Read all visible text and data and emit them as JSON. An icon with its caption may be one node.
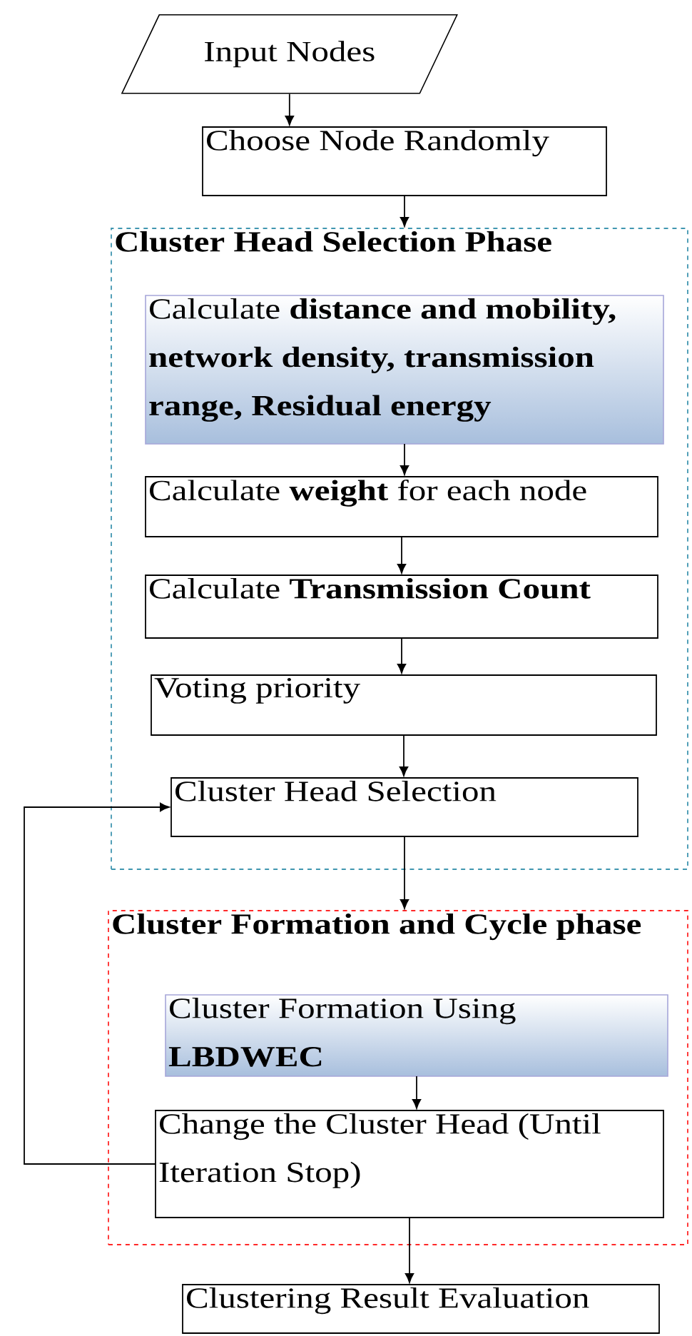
{
  "diagram": {
    "nodes": [
      {
        "text": [
          "Input Nodes"
        ]
      },
      {
        "text": [
          "Choose Node Randomly"
        ]
      },
      {
        "text": [
          "Cluster Head Selection Phase"
        ]
      },
      {
        "text": [
          "Calculate **distance and mobility, network density, transmission range, Residual energy**"
        ],
        "in": 2
      },
      {
        "text": [
          "Calculate **weight** for each node"
        ],
        "in": 2
      },
      {
        "text": [
          "Calculate **Transmission Count**"
        ],
        "in": 2
      },
      {
        "text": [
          "Voting priority"
        ],
        "in": 2
      },
      {
        "text": [
          "Cluster Head Selection"
        ],
        "in": 2
      },
      {
        "text": [
          "Cluster Formation and Cycle phase"
        ]
      },
      {
        "text": [
          "Cluster Formation Using **LBDWEC**"
        ],
        "in": 8
      },
      {
        "text": [
          "Change the Cluster Head (Until Iteration Stop)"
        ],
        "in": 8
      },
      {
        "text": [
          "Clustering Result Evaluation"
        ]
      }
    ],
    "edges": [
      {
        "from": 0,
        "to": 1,
        "arrow": "to"
      },
      {
        "from": 1,
        "to": 2,
        "arrow": "to"
      },
      {
        "from": 3,
        "to": 4,
        "arrow": "to"
      },
      {
        "from": 4,
        "to": 5,
        "arrow": "to"
      },
      {
        "from": 5,
        "to": 6,
        "arrow": "to"
      },
      {
        "from": 6,
        "to": 7,
        "arrow": "to"
      },
      {
        "from": 7,
        "to": 8,
        "arrow": "to"
      },
      {
        "from": 9,
        "to": 10,
        "arrow": "to"
      },
      {
        "from": 10,
        "to": 11,
        "arrow": "to"
      },
      {
        "from": 10,
        "to": 7,
        "arrow": "to"
      }
    ]
  }
}
